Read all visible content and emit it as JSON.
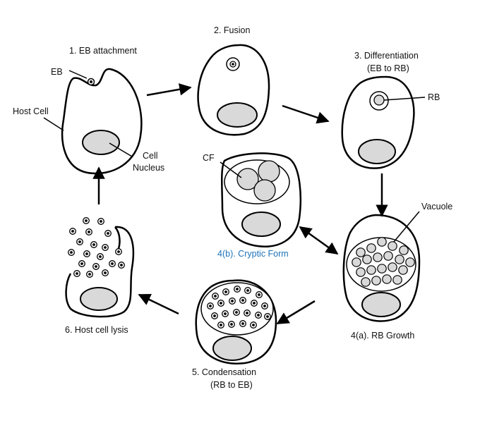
{
  "labels": {
    "eb_attachment": "1. EB attachment",
    "eb": "EB",
    "host_cell": "Host Cell",
    "cell": "Cell",
    "nucleus": "Nucleus",
    "fusion": "2. Fusion",
    "differentiation": "3. Differentiation",
    "eb_to_rb": "(EB to RB)",
    "rb": "RB",
    "cf": "CF",
    "cryptic_form": "4(b). Cryptic Form",
    "vacuole": "Vacuole",
    "rb_growth": "4(a). RB Growth",
    "host_cell_lysis": "6. Host cell lysis",
    "condensation": "5. Condensation",
    "rb_to_eb": "(RB to EB)"
  },
  "colors": {
    "stroke": "#000000",
    "fill_gray": "#d9d9d9",
    "accent_blue": "#1e73b8"
  }
}
